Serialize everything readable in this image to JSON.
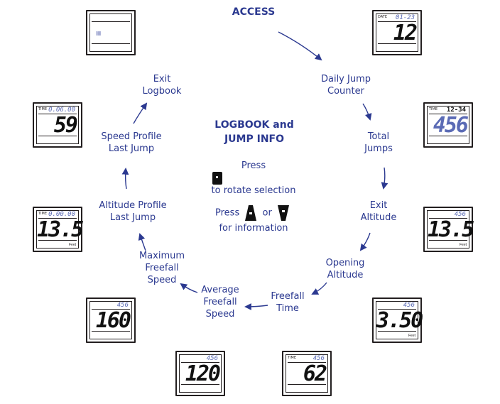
{
  "access_title": "ACCESS",
  "center": {
    "title_line1": "LOGBOOK and",
    "title_line2": "JUMP INFO",
    "rotate_line1": "Press",
    "rotate_line2": "to rotate selection",
    "info_press": "Press",
    "info_or": "or",
    "info_line2": "for information"
  },
  "steps": [
    {
      "lines": [
        "Daily Jump",
        "Counter"
      ]
    },
    {
      "lines": [
        "Total",
        "Jumps"
      ]
    },
    {
      "lines": [
        "Exit",
        "Altitude"
      ]
    },
    {
      "lines": [
        "Opening",
        "Altitude"
      ]
    },
    {
      "lines": [
        "Freefall",
        "Time"
      ]
    },
    {
      "lines": [
        "Average",
        "Freefall",
        "Speed"
      ]
    },
    {
      "lines": [
        "Maximum",
        "Freefall",
        "Speed"
      ]
    },
    {
      "lines": [
        "Altitude Profile",
        "Last Jump"
      ]
    },
    {
      "lines": [
        "Speed Profile",
        "Last Jump"
      ]
    },
    {
      "lines": [
        "Exit",
        "Logbook"
      ]
    }
  ],
  "displays": [
    {
      "id": "daily",
      "tag": "DATE",
      "top": "01-23",
      "big": "12",
      "unit": "",
      "blue": false
    },
    {
      "id": "total",
      "tag": "TIME",
      "top": "12-34",
      "big": "456",
      "unit": "",
      "blue": true
    },
    {
      "id": "exit-alt",
      "tag": "",
      "top": "456",
      "big": "13.5",
      "unit": "Feet",
      "blue": false
    },
    {
      "id": "open-alt",
      "tag": "",
      "top": "456",
      "big": "3.50",
      "unit": "Feet",
      "blue": false
    },
    {
      "id": "ff-time",
      "tag": "TIME",
      "top": "456",
      "big": "62",
      "unit": "",
      "blue": false
    },
    {
      "id": "avg-speed",
      "tag": "",
      "top": "456",
      "big": "120",
      "unit": "",
      "blue": false
    },
    {
      "id": "max-speed",
      "tag": "",
      "top": "456",
      "big": "160",
      "unit": "",
      "blue": false
    },
    {
      "id": "alt-profile",
      "tag": "TIME",
      "top": "0.00.00",
      "big": "13.5",
      "unit": "Feet",
      "blue": false
    },
    {
      "id": "speed-profile",
      "tag": "TIME",
      "top": "0.06.00",
      "big": "59",
      "unit": "",
      "blue": false
    },
    {
      "id": "exit-logbook",
      "tag": "",
      "top": "",
      "big": "",
      "unit": "",
      "blue": false
    }
  ],
  "colors": {
    "text": "#2b3990",
    "arrow": "#2b3990",
    "lcd_blue": "#5b6bb5",
    "lcd_border": "#231f20"
  }
}
